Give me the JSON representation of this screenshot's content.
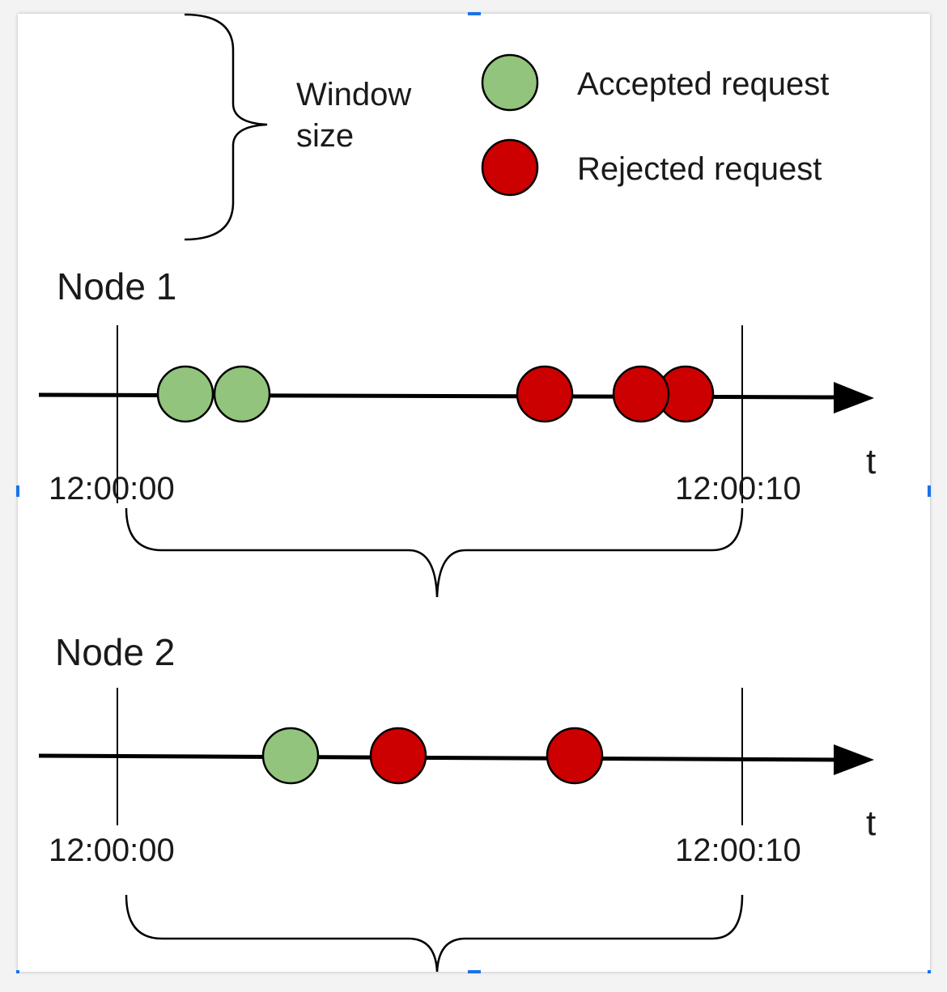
{
  "colors": {
    "accepted_fill": "#93c47d",
    "rejected_fill": "#cc0000",
    "stroke": "#000000",
    "selection_handle": "#1a73e8"
  },
  "brace_label": {
    "line1": "Window",
    "line2": "size"
  },
  "legend": {
    "accepted": "Accepted request",
    "rejected": "Rejected request"
  },
  "nodes": [
    {
      "title": "Node 1",
      "window_start_label": "12:00:00",
      "window_end_label": "12:00:10",
      "axis_label": "t",
      "requests": [
        "accepted",
        "accepted",
        "rejected",
        "rejected",
        "rejected"
      ]
    },
    {
      "title": "Node 2",
      "window_start_label": "12:00:00",
      "window_end_label": "12:00:10",
      "axis_label": "t",
      "requests": [
        "accepted",
        "rejected",
        "rejected"
      ]
    }
  ]
}
